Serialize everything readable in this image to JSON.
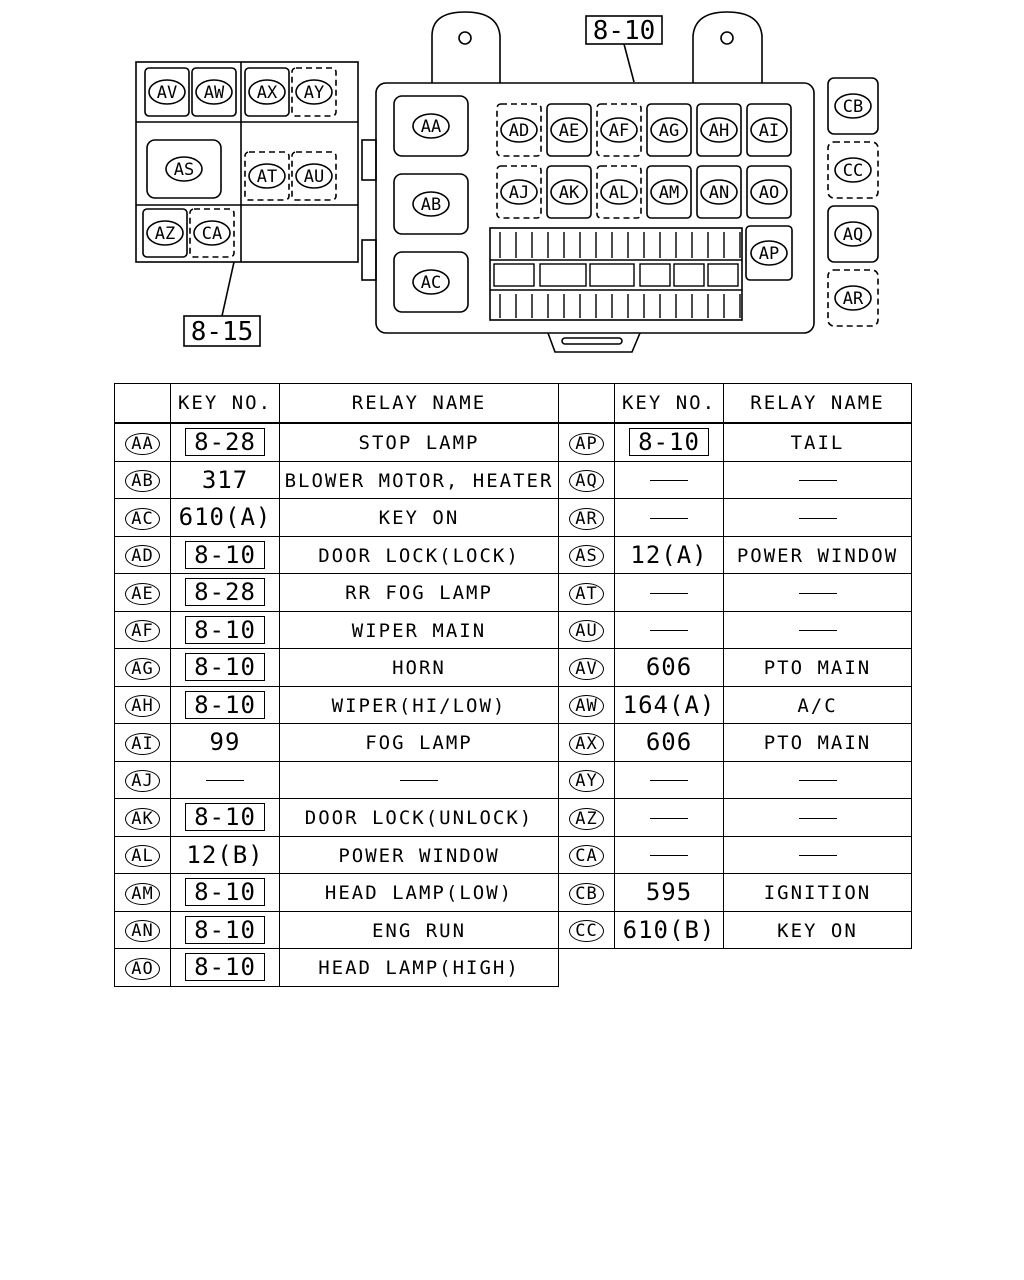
{
  "diagram": {
    "ref_top": "8-10",
    "ref_bottom": "8-15",
    "left_block": [
      "AV",
      "AW",
      "AX",
      "AY",
      "AS",
      "AT",
      "AU",
      "AZ",
      "CA"
    ],
    "main_block_left": [
      "AA",
      "AB",
      "AC"
    ],
    "main_block_row1": [
      "AD",
      "AE",
      "AF",
      "AG",
      "AH",
      "AI"
    ],
    "main_block_row2": [
      "AJ",
      "AK",
      "AL",
      "AM",
      "AN",
      "AO"
    ],
    "main_block_extra": [
      "AP"
    ],
    "right_column": [
      "CB",
      "CC",
      "AQ",
      "AR"
    ]
  },
  "table": {
    "headers": {
      "key_no": "KEY NO.",
      "relay_name": "RELAY NAME"
    },
    "left": [
      {
        "id": "AA",
        "key": "8-28",
        "boxed": true,
        "name": "STOP LAMP"
      },
      {
        "id": "AB",
        "key": "317",
        "boxed": false,
        "name": "BLOWER MOTOR, HEATER"
      },
      {
        "id": "AC",
        "key": "610(A)",
        "boxed": false,
        "name": "KEY ON"
      },
      {
        "id": "AD",
        "key": "8-10",
        "boxed": true,
        "name": "DOOR LOCK(LOCK)"
      },
      {
        "id": "AE",
        "key": "8-28",
        "boxed": true,
        "name": "RR FOG LAMP"
      },
      {
        "id": "AF",
        "key": "8-10",
        "boxed": true,
        "name": "WIPER MAIN"
      },
      {
        "id": "AG",
        "key": "8-10",
        "boxed": true,
        "name": "HORN"
      },
      {
        "id": "AH",
        "key": "8-10",
        "boxed": true,
        "name": "WIPER(HI/LOW)"
      },
      {
        "id": "AI",
        "key": "99",
        "boxed": false,
        "name": "FOG LAMP"
      },
      {
        "id": "AJ",
        "key": "—",
        "boxed": false,
        "name": "—"
      },
      {
        "id": "AK",
        "key": "8-10",
        "boxed": true,
        "name": "DOOR LOCK(UNLOCK)"
      },
      {
        "id": "AL",
        "key": "12(B)",
        "boxed": false,
        "name": "POWER WINDOW"
      },
      {
        "id": "AM",
        "key": "8-10",
        "boxed": true,
        "name": "HEAD LAMP(LOW)"
      },
      {
        "id": "AN",
        "key": "8-10",
        "boxed": true,
        "name": "ENG RUN"
      },
      {
        "id": "AO",
        "key": "8-10",
        "boxed": true,
        "name": "HEAD LAMP(HIGH)"
      }
    ],
    "right": [
      {
        "id": "AP",
        "key": "8-10",
        "boxed": true,
        "name": "TAIL"
      },
      {
        "id": "AQ",
        "key": "—",
        "boxed": false,
        "name": "—"
      },
      {
        "id": "AR",
        "key": "—",
        "boxed": false,
        "name": "—"
      },
      {
        "id": "AS",
        "key": "12(A)",
        "boxed": false,
        "name": "POWER WINDOW"
      },
      {
        "id": "AT",
        "key": "—",
        "boxed": false,
        "name": "—"
      },
      {
        "id": "AU",
        "key": "—",
        "boxed": false,
        "name": "—"
      },
      {
        "id": "AV",
        "key": "606",
        "boxed": false,
        "name": "PTO MAIN"
      },
      {
        "id": "AW",
        "key": "164(A)",
        "boxed": false,
        "name": "A/C"
      },
      {
        "id": "AX",
        "key": "606",
        "boxed": false,
        "name": "PTO MAIN"
      },
      {
        "id": "AY",
        "key": "—",
        "boxed": false,
        "name": "—"
      },
      {
        "id": "AZ",
        "key": "—",
        "boxed": false,
        "name": "—"
      },
      {
        "id": "CA",
        "key": "—",
        "boxed": false,
        "name": "—"
      },
      {
        "id": "CB",
        "key": "595",
        "boxed": false,
        "name": "IGNITION"
      },
      {
        "id": "CC",
        "key": "610(B)",
        "boxed": false,
        "name": "KEY ON"
      }
    ]
  }
}
